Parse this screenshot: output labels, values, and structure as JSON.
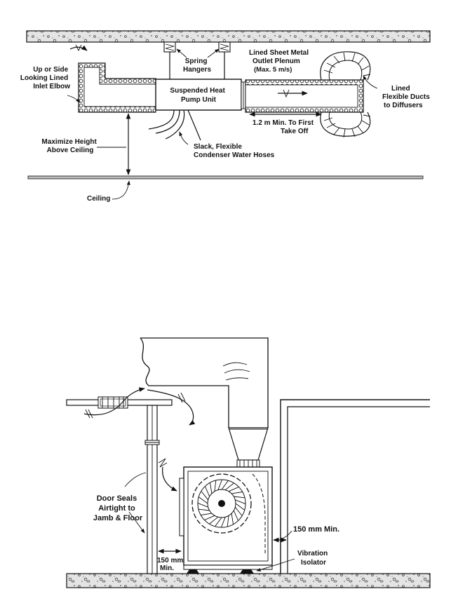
{
  "diagram": {
    "top_view": {
      "labels": {
        "inlet_elbow": [
          "Up or Side",
          "Looking Lined",
          "Inlet Elbow"
        ],
        "spring_hangers": [
          "Spring",
          "Hangers"
        ],
        "outlet_plenum": [
          "Lined Sheet Metal",
          "Outlet Plenum",
          "(Max. 5 m/s)"
        ],
        "heat_pump": [
          "Suspended Heat",
          "Pump Unit"
        ],
        "flexible_ducts": [
          "Lined",
          "Flexible Ducts",
          "to Diffusers"
        ],
        "take_off": [
          "1.2 m  Min. To First",
          "Take Off"
        ],
        "maximize_height": [
          "Maximize Height",
          "Above Ceiling"
        ],
        "hoses": [
          "Slack, Flexible",
          "Condenser Water Hoses"
        ],
        "ceiling": "Ceiling"
      }
    },
    "bottom_view": {
      "labels": {
        "door_seals": [
          "Door Seals",
          "Airtight to",
          "Jamb & Floor"
        ],
        "side_clearance": "150 mm Min.",
        "front_clearance": [
          "150 mm",
          "Min."
        ],
        "vibration_isolator": [
          "Vibration",
          "Isolator"
        ]
      }
    }
  }
}
